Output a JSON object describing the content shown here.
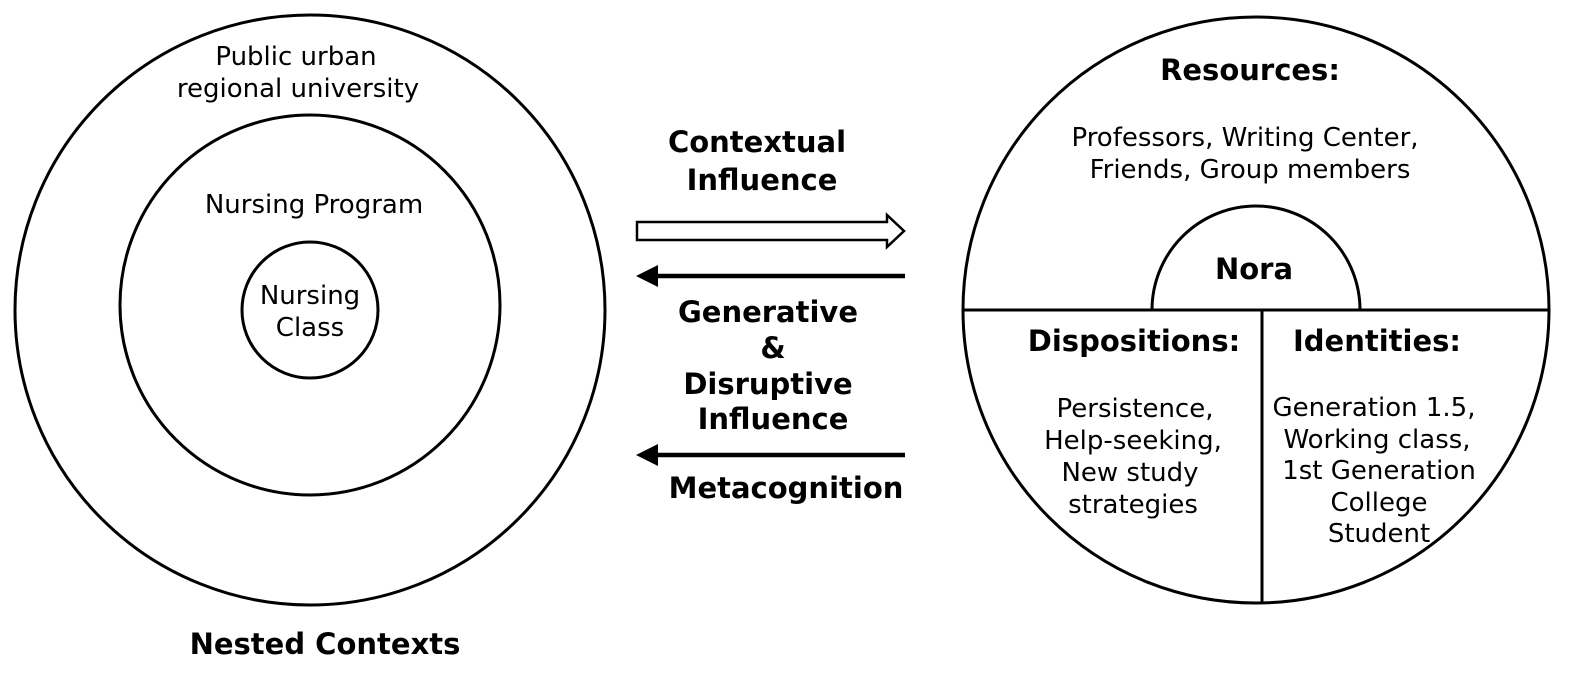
{
  "nested_contexts": {
    "outer_label": [
      "Public urban",
      "regional university"
    ],
    "middle_label": "Nursing Program",
    "inner_label": [
      "Nursing",
      "Class"
    ],
    "caption": "Nested Contexts"
  },
  "influences": {
    "contextual": [
      "Contextual",
      "Influence"
    ],
    "generative": [
      "Generative",
      "&",
      "Disruptive",
      "Influence"
    ],
    "metacognition": "Metacognition"
  },
  "individual": {
    "name": "Nora",
    "resources": {
      "heading": "Resources:",
      "items": [
        "Professors, Writing Center,",
        "Friends, Group members"
      ]
    },
    "dispositions": {
      "heading": "Dispositions:",
      "items": [
        "Persistence,",
        "Help-seeking,",
        "New study",
        "strategies"
      ]
    },
    "identities": {
      "heading": "Identities:",
      "items": [
        "Generation 1.5,",
        "Working class,",
        "1st Generation",
        "College",
        "Student"
      ]
    }
  }
}
